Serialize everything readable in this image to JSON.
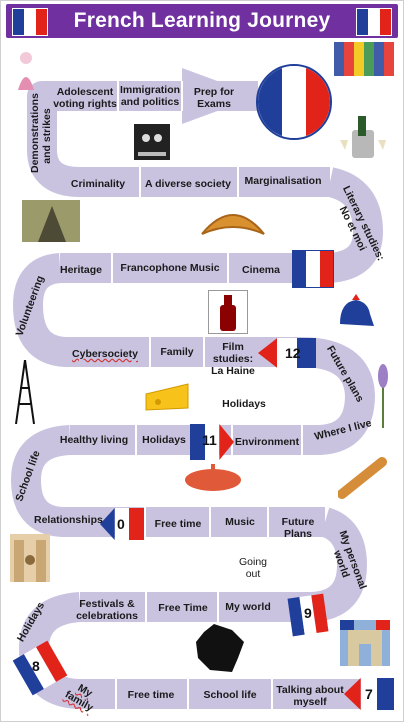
{
  "header": {
    "title": "French Learning Journey"
  },
  "board": {
    "row1": {
      "adolescent": "Adolescent voting rights",
      "immigration": "Immigration and politics",
      "prep": "Prep for Exams"
    },
    "left1": "Demonstrations and strikes",
    "row2": {
      "criminality": "Criminality",
      "diverse": "A diverse society",
      "marginalisation": "Marginalisation"
    },
    "right1": "Literary studies: No et moi",
    "row3": {
      "heritage": "Heritage",
      "francophone": "Francophone Music",
      "cinema": "Cinema"
    },
    "left2": "Volunteering",
    "row4": {
      "cybersociety": "Cybersociety",
      "family": "Family",
      "film": "Film studies: La Haine",
      "num12": "12"
    },
    "right2": "Future plans",
    "holidays_caption": "Holidays",
    "row5": {
      "healthy": "Healthy living",
      "holidays": "Holidays",
      "num11": "11",
      "environment": "Environment",
      "where": "Where I live"
    },
    "left3": "School life",
    "row6": {
      "relationships": "Relationships",
      "num10": "0",
      "freetime": "Free time",
      "music": "Music",
      "futureplans": "Future Plans"
    },
    "right3": "My personal world",
    "goingout": "Going out",
    "row7": {
      "festivals": "Festivals & celebrations",
      "freetime": "Free Time",
      "myworld": "My world",
      "num9": "9"
    },
    "left4": "Holidays",
    "num8": "8",
    "row8": {
      "myfamily": "My family",
      "freetime": "Free time",
      "schoollife": "School life",
      "talking": "Talking about myself",
      "num7": "7"
    }
  },
  "colors": {
    "header": "#7030a0",
    "path": "#c9c3e0",
    "flag_blue": "#1f3f9a",
    "flag_red": "#e2231a"
  },
  "icons": [
    "french-flag-icon",
    "eu-flags-icon",
    "marie-antoinette-icon",
    "french-flag-circle-icon",
    "book-cover-icon",
    "champagne-icon",
    "mont-saint-michel-icon",
    "croissant-icon",
    "wine-bottle-icon",
    "rooster-icon",
    "eiffel-tower-icon",
    "cheese-icon",
    "lavender-icon",
    "beret-icon",
    "baguette-icon",
    "notre-dame-icon",
    "france-map-icon",
    "arc-de-triomphe-icon"
  ]
}
